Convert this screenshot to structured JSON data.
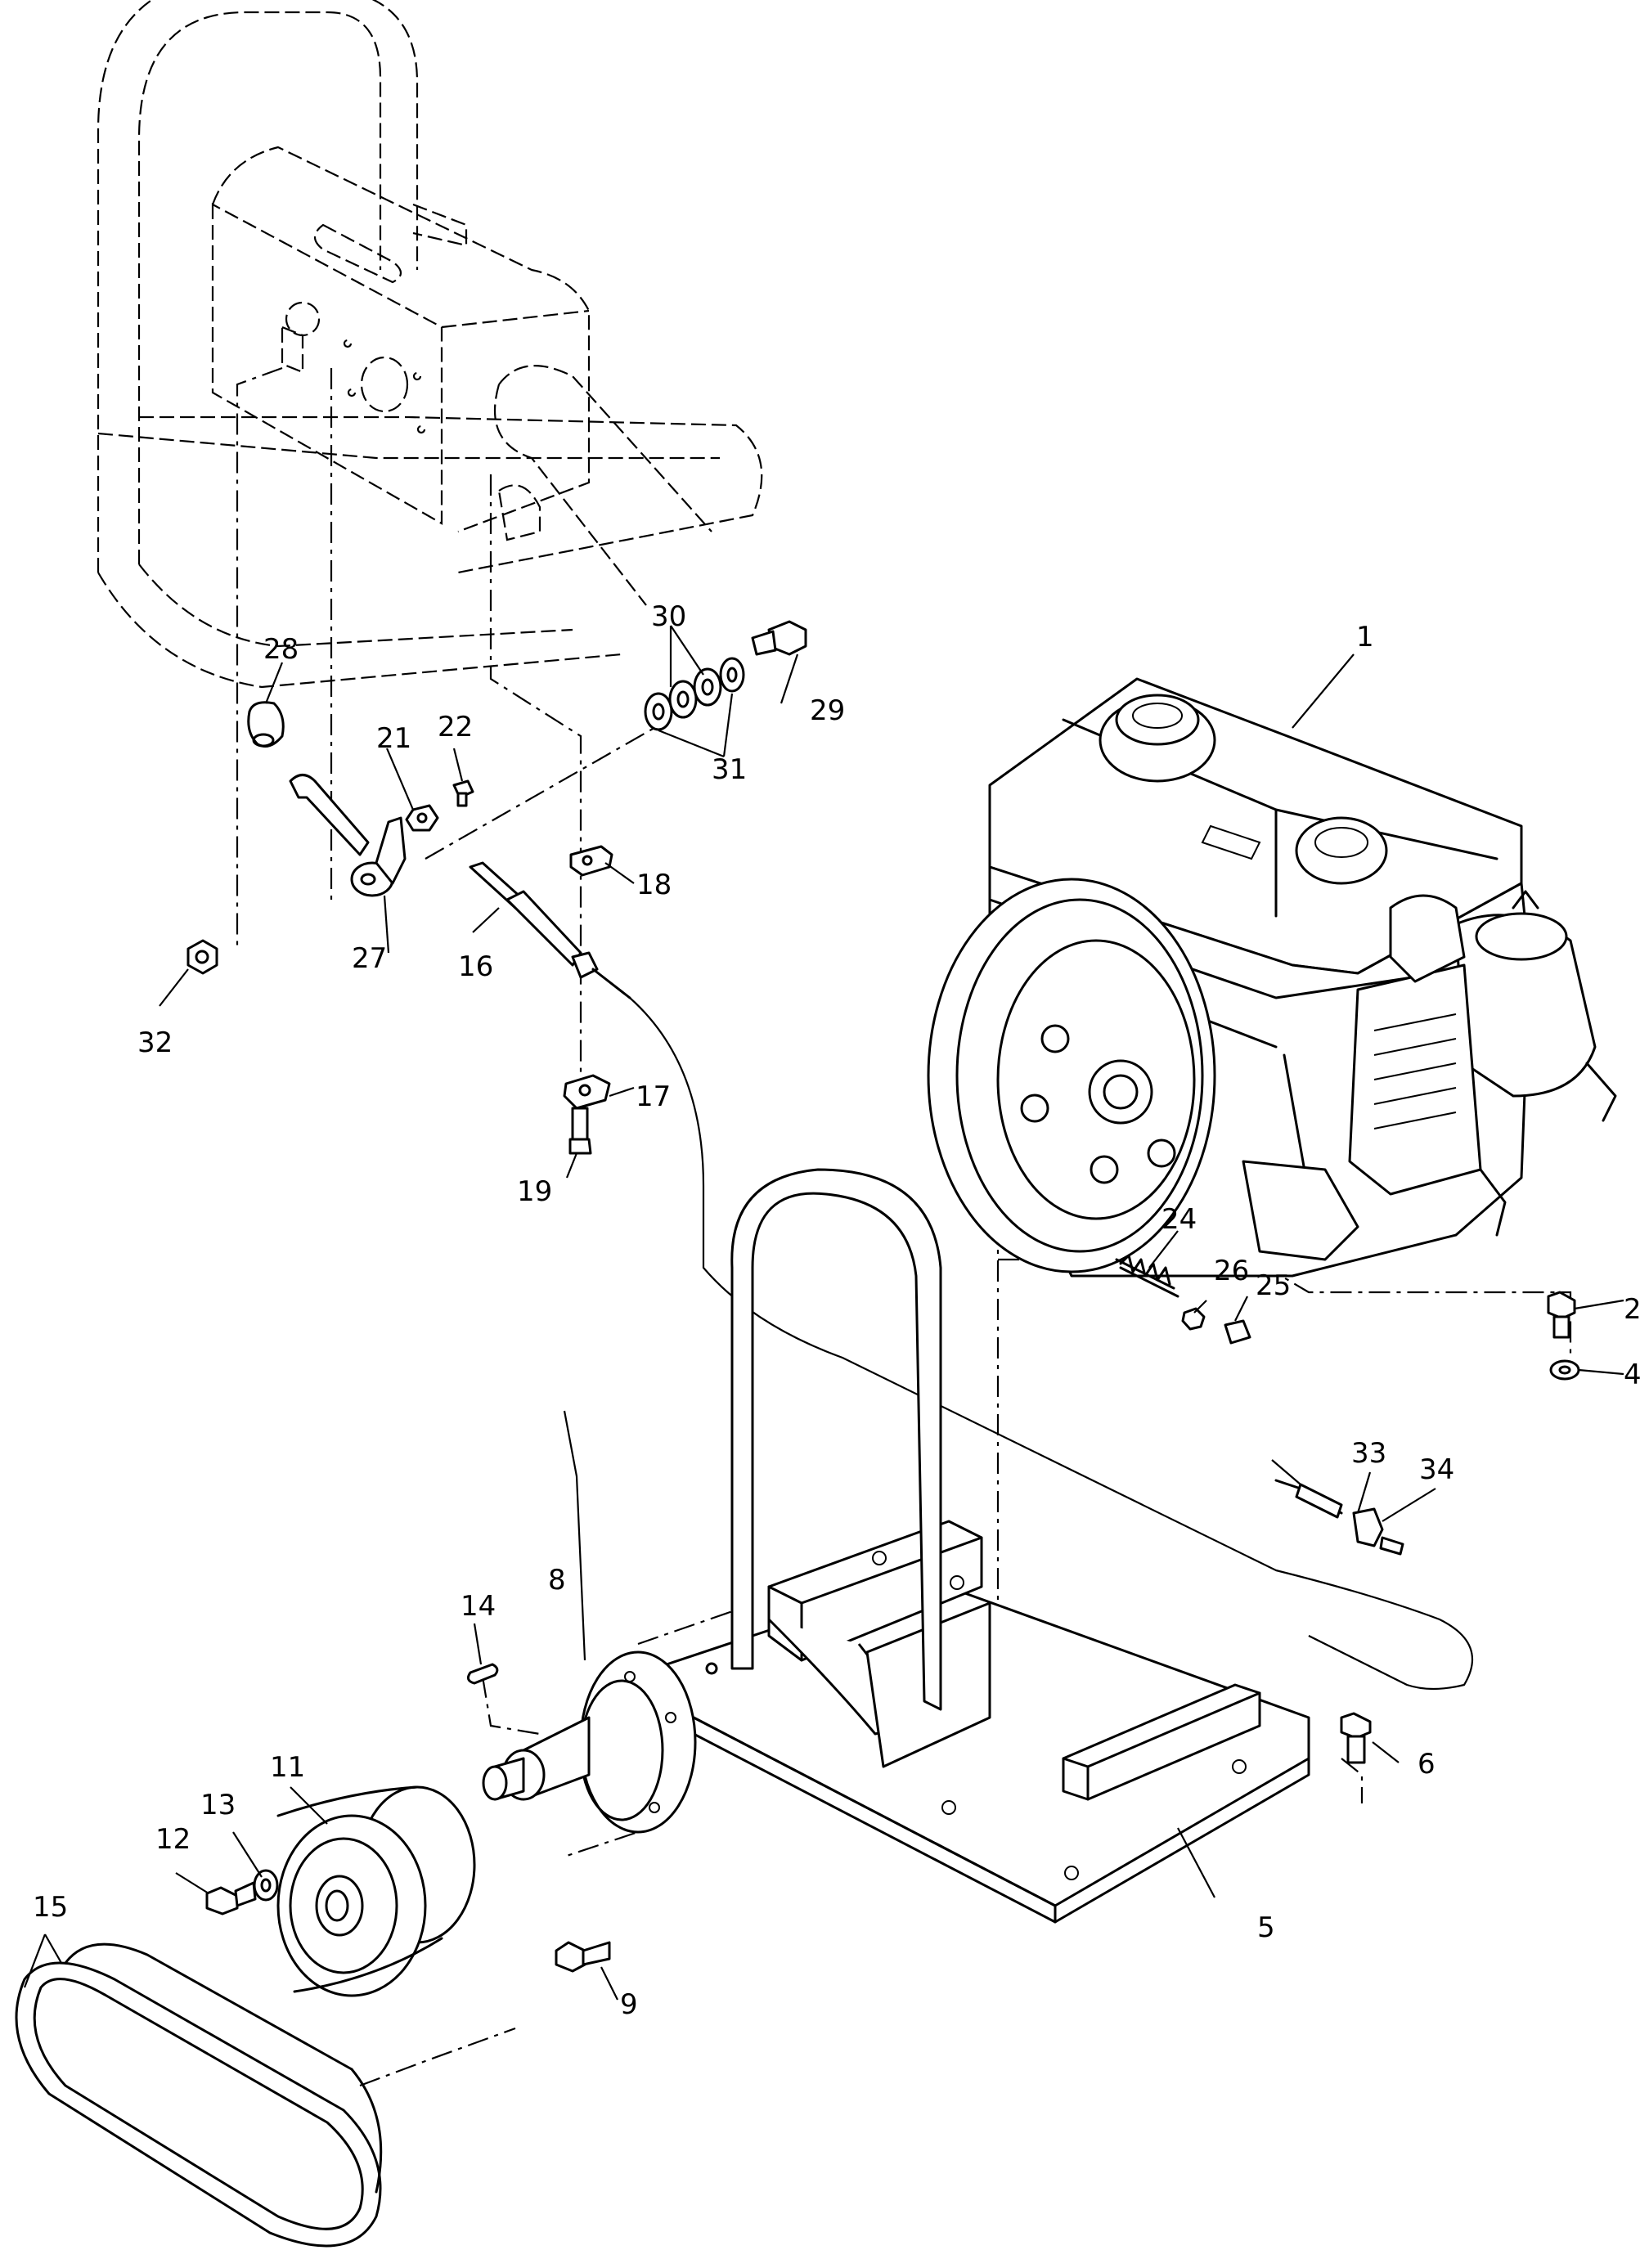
{
  "parts": [
    {
      "id": "part-1",
      "label": "1"
    },
    {
      "id": "part-2",
      "label": "2"
    },
    {
      "id": "part-4",
      "label": "4"
    },
    {
      "id": "part-5",
      "label": "5"
    },
    {
      "id": "part-6",
      "label": "6"
    },
    {
      "id": "part-8",
      "label": "8"
    },
    {
      "id": "part-9",
      "label": "9"
    },
    {
      "id": "part-11",
      "label": "11"
    },
    {
      "id": "part-12",
      "label": "12"
    },
    {
      "id": "part-13",
      "label": "13"
    },
    {
      "id": "part-14",
      "label": "14"
    },
    {
      "id": "part-15",
      "label": "15"
    },
    {
      "id": "part-16",
      "label": "16"
    },
    {
      "id": "part-17",
      "label": "17"
    },
    {
      "id": "part-18",
      "label": "18"
    },
    {
      "id": "part-19",
      "label": "19"
    },
    {
      "id": "part-21",
      "label": "21"
    },
    {
      "id": "part-22",
      "label": "22"
    },
    {
      "id": "part-24",
      "label": "24"
    },
    {
      "id": "part-25",
      "label": "25"
    },
    {
      "id": "part-26",
      "label": "26"
    },
    {
      "id": "part-27",
      "label": "27"
    },
    {
      "id": "part-28",
      "label": "28"
    },
    {
      "id": "part-29",
      "label": "29"
    },
    {
      "id": "part-30",
      "label": "30"
    },
    {
      "id": "part-31",
      "label": "31"
    },
    {
      "id": "part-32",
      "label": "32"
    },
    {
      "id": "part-33",
      "label": "33"
    },
    {
      "id": "part-34",
      "label": "34"
    }
  ]
}
